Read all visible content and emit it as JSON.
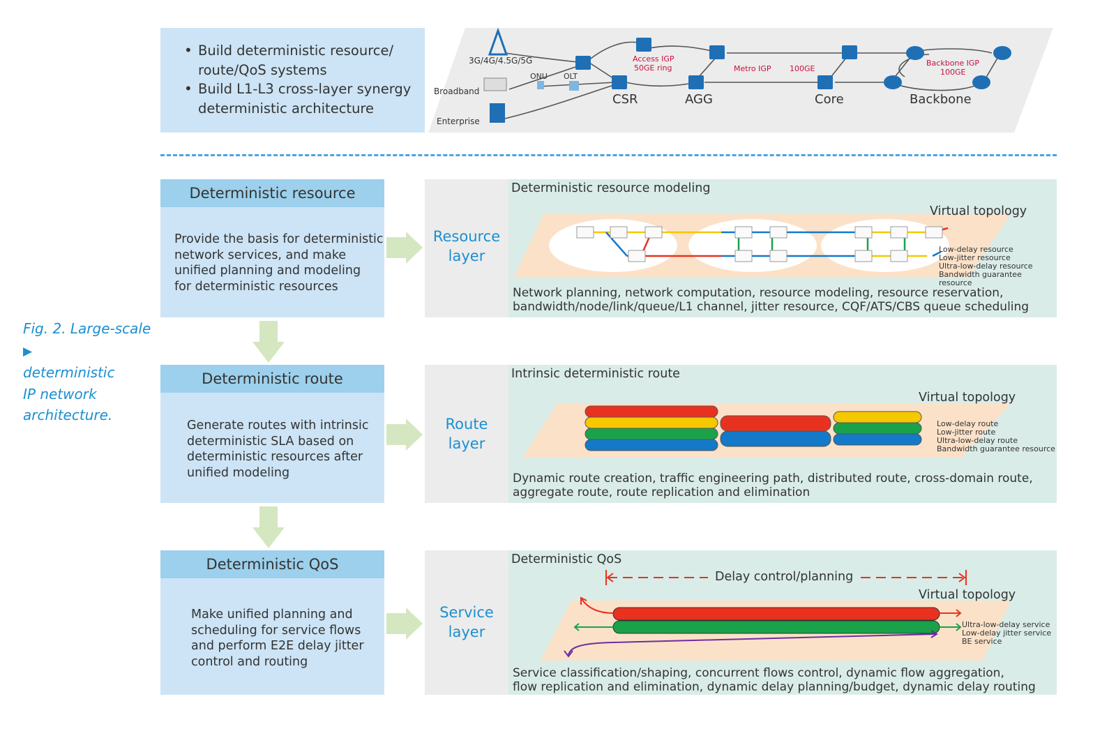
{
  "top": {
    "bullets": [
      "Build deterministic resource/ route/QoS systems",
      "Build L1-L3 cross-layer synergy deterministic architecture"
    ],
    "network": {
      "mobile": "3G/4G/4.5G/5G",
      "broadband": "Broadband",
      "enterprise": "Enterprise",
      "onu": "ONU",
      "olt": "OLT",
      "csr": "CSR",
      "agg": "AGG",
      "core": "Core",
      "backbone": "Backbone",
      "access_igp_1": "Access IGP",
      "access_igp_2": "50GE ring",
      "metro_igp": "Metro IGP",
      "metro_speed": "100GE",
      "backbone_igp_1": "Backbone IGP",
      "backbone_igp_2": "100GE"
    }
  },
  "caption": {
    "line1": "Fig. 2. Large-scale",
    "line2": "deterministic",
    "line3": "IP network",
    "line4": "architecture."
  },
  "rows": [
    {
      "header": "Deterministic resource",
      "desc": [
        "Provide the basis for deterministic",
        "network services, and make",
        "unified planning and modeling",
        "for deterministic resources"
      ],
      "layer": [
        "Resource",
        "layer"
      ],
      "title": "Deterministic resource modeling",
      "virtual_topology": "Virtual topology",
      "legend": [
        "Low-delay resource",
        "Low-jitter resource",
        "Ultra-low-delay resource",
        "Bandwidth guarantee resource"
      ],
      "bottom": [
        "Network planning, network computation, resource modeling, resource reservation,",
        "bandwidth/node/link/queue/L1 channel, jitter resource, CQF/ATS/CBS queue scheduling"
      ]
    },
    {
      "header": "Deterministic route",
      "desc": [
        "Generate routes with intrinsic",
        "deterministic SLA based on",
        "deterministic resources after",
        "unified modeling"
      ],
      "layer": [
        "Route",
        "layer"
      ],
      "title": "Intrinsic deterministic route",
      "virtual_topology": "Virtual topology",
      "legend": [
        "Low-delay route",
        "Low-jitter route",
        "Ultra-low-delay route",
        "Bandwidth guarantee resource"
      ],
      "bottom": [
        "Dynamic route creation, traffic engineering path, distributed route, cross-domain route,",
        "aggregate route, route replication and elimination"
      ]
    },
    {
      "header": "Deterministic QoS",
      "desc": [
        "Make unified planning and",
        "scheduling for service flows",
        "and perform E2E delay jitter",
        "control and routing"
      ],
      "layer": [
        "Service",
        "layer"
      ],
      "title": "Deterministic QoS",
      "delay_label": "Delay control/planning",
      "virtual_topology": "Virtual topology",
      "legend": [
        "Ultra-low-delay service",
        "Low-delay jitter service",
        "BE service"
      ],
      "bottom": [
        "Service classification/shaping, concurrent flows control, dynamic flow aggregation,",
        "flow replication and elimination, dynamic delay planning/budget, dynamic delay routing"
      ]
    }
  ],
  "colors": {
    "red": "#e8321f",
    "yellow": "#f5c800",
    "green": "#1aa24a",
    "blue": "#1479c8",
    "accent_text": "#1b8fd0",
    "igp_text": "#c8103e"
  }
}
